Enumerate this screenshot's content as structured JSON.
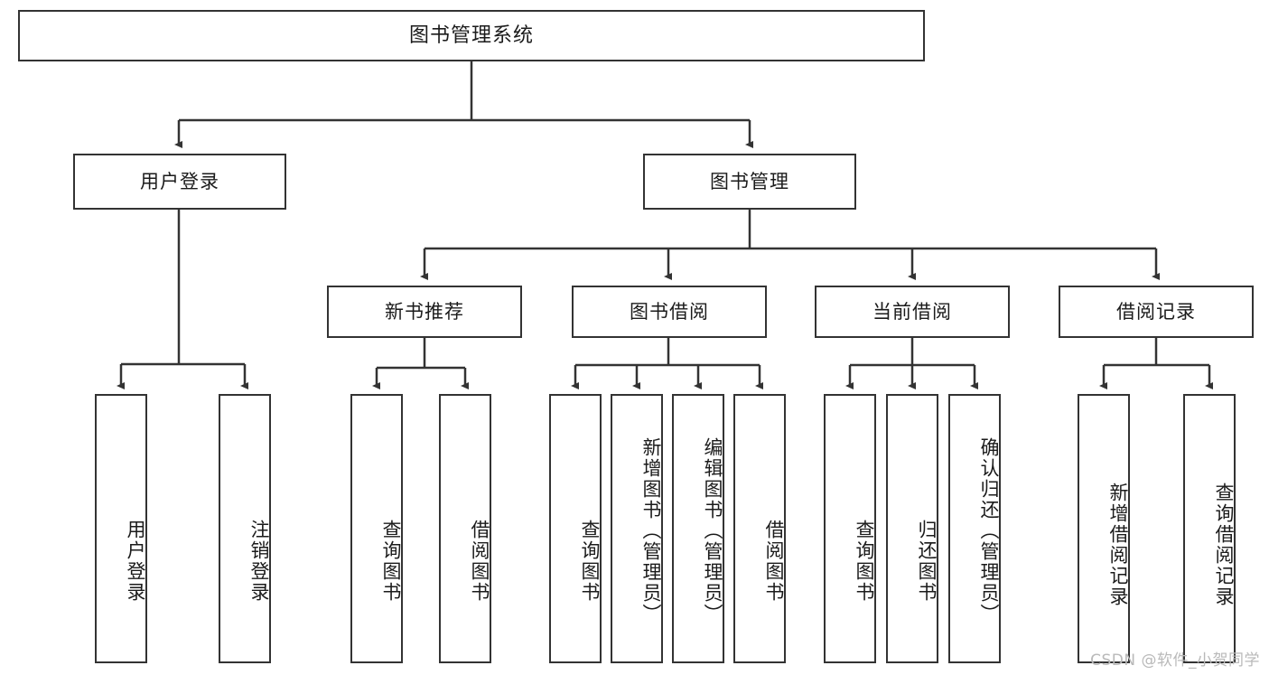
{
  "diagram": {
    "title": "图书管理系统",
    "type": "tree-hierarchy-chart",
    "watermark": "CSDN @软件_小贺同学",
    "colors": {
      "node_border": "#333333",
      "node_fill": "#ffffff",
      "edge": "#333333",
      "text": "#1b1b1b",
      "watermark": "#b9b9b9",
      "background": "#ffffff"
    }
  },
  "nodes": {
    "root": {
      "label": "图书管理系统"
    },
    "level2": [
      {
        "label": "用户登录"
      },
      {
        "label": "图书管理"
      }
    ],
    "level3": [
      {
        "label": "新书推荐"
      },
      {
        "label": "图书借阅"
      },
      {
        "label": "当前借阅"
      },
      {
        "label": "借阅记录"
      }
    ],
    "leaves": [
      {
        "label": "用户登录",
        "parent": "用户登录"
      },
      {
        "label": "注销登录",
        "parent": "用户登录"
      },
      {
        "label": "查询图书",
        "parent": "新书推荐"
      },
      {
        "label": "借阅图书",
        "parent": "新书推荐"
      },
      {
        "label": "查询图书",
        "parent": "图书借阅"
      },
      {
        "label": "新增图书（管理员）",
        "parent": "图书借阅"
      },
      {
        "label": "编辑图书（管理员）",
        "parent": "图书借阅"
      },
      {
        "label": "借阅图书",
        "parent": "图书借阅"
      },
      {
        "label": "查询图书",
        "parent": "当前借阅"
      },
      {
        "label": "归还图书",
        "parent": "当前借阅"
      },
      {
        "label": "确认归还（管理员）",
        "parent": "当前借阅"
      },
      {
        "label": "新增借阅记录",
        "parent": "借阅记录"
      },
      {
        "label": "查询借阅记录",
        "parent": "借阅记录"
      }
    ]
  }
}
